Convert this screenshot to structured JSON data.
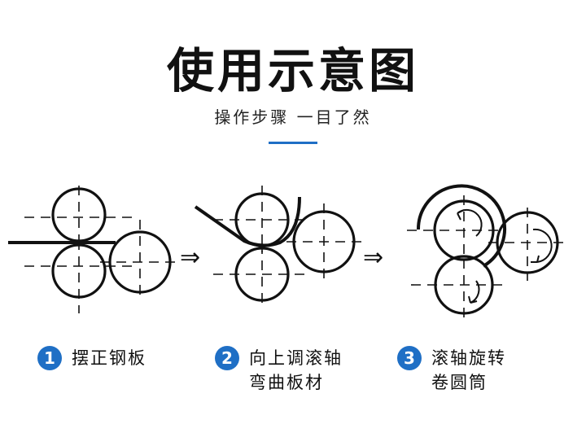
{
  "header": {
    "title": "使用示意图",
    "subtitle": "操作步骤 一目了然"
  },
  "colors": {
    "accent": "#1f6fc5",
    "ink": "#111111"
  },
  "steps": [
    {
      "number": "1",
      "line1": "摆正钢板",
      "line2": ""
    },
    {
      "number": "2",
      "line1": "向上调滚轴",
      "line2": "弯曲板材"
    },
    {
      "number": "3",
      "line1": "滚轴旋转",
      "line2": "卷圆筒"
    }
  ],
  "arrows": [
    "⇒",
    "⇒"
  ]
}
